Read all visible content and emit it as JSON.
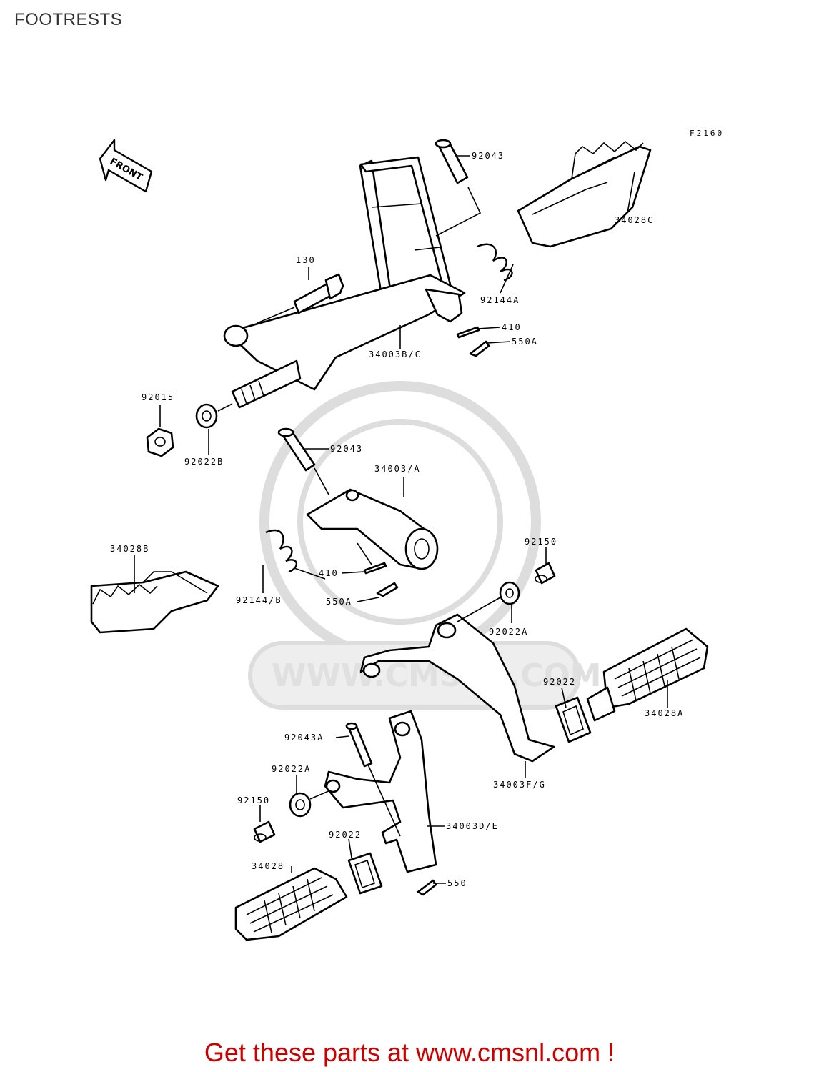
{
  "header": {
    "title": "FOOTRESTS"
  },
  "figure": {
    "code": "F2160",
    "front_arrow_label": "FRONT"
  },
  "watermark": {
    "text": "WWW.CMSNL.COM"
  },
  "callouts": [
    {
      "label": "92043"
    },
    {
      "label": "34028C"
    },
    {
      "label": "130"
    },
    {
      "label": "92144A"
    },
    {
      "label": "410"
    },
    {
      "label": "550A"
    },
    {
      "label": "34003B/C"
    },
    {
      "label": "92015"
    },
    {
      "label": "92022B"
    },
    {
      "label": "92043"
    },
    {
      "label": "34003/A"
    },
    {
      "label": "34028B"
    },
    {
      "label": "92150"
    },
    {
      "label": "410"
    },
    {
      "label": "92144/B"
    },
    {
      "label": "550A"
    },
    {
      "label": "92022A"
    },
    {
      "label": "92022"
    },
    {
      "label": "34028A"
    },
    {
      "label": "92043A"
    },
    {
      "label": "34003F/G"
    },
    {
      "label": "92022A"
    },
    {
      "label": "92150"
    },
    {
      "label": "34003D/E"
    },
    {
      "label": "92022"
    },
    {
      "label": "34028"
    },
    {
      "label": "550"
    }
  ],
  "footer": {
    "cta": "Get these parts at www.cmsnl.com !",
    "cta_color": "#cc0000"
  }
}
